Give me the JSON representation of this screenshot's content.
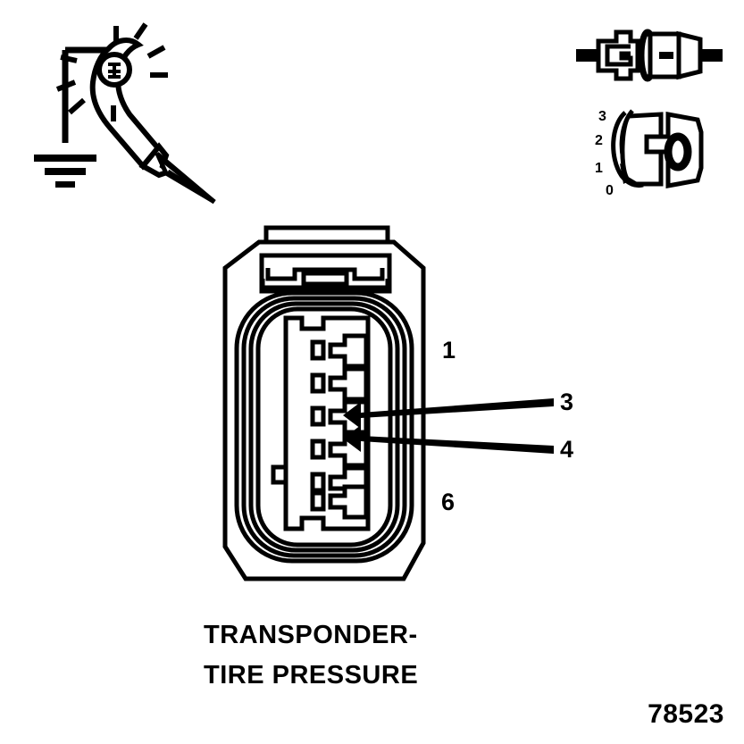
{
  "document": {
    "title": "TRANSPONDER-TIRE PRESSURE connector face view",
    "figure_number": "78523"
  },
  "caption": {
    "line1": "TRANSPONDER-",
    "line2": "TIRE PRESSURE"
  },
  "connector": {
    "name": "transponder-tire-pressure-connector",
    "cavity_count": 6,
    "pin_labels": {
      "top_left": "1",
      "arrow_upper": "3",
      "arrow_lower": "4",
      "bottom_left": "6"
    },
    "callouts": [
      {
        "label": "3",
        "target_cavity": 3
      },
      {
        "label": "4",
        "target_cavity": 4
      }
    ]
  },
  "icons": {
    "test_light": {
      "name": "test-light-probe-icon",
      "description": "Test lamp probe with ground lead"
    },
    "ground_symbol": {
      "name": "ground-symbol-icon"
    },
    "disconnect_connector": {
      "name": "connector-disconnect-icon",
      "description": "Disconnect the connector"
    },
    "ignition_key_switch": {
      "name": "ignition-key-switch-icon",
      "positions": [
        "3",
        "2",
        "1",
        "0"
      ],
      "selected_position": "0"
    }
  },
  "colors": {
    "ink": "#000000",
    "background": "#ffffff"
  }
}
